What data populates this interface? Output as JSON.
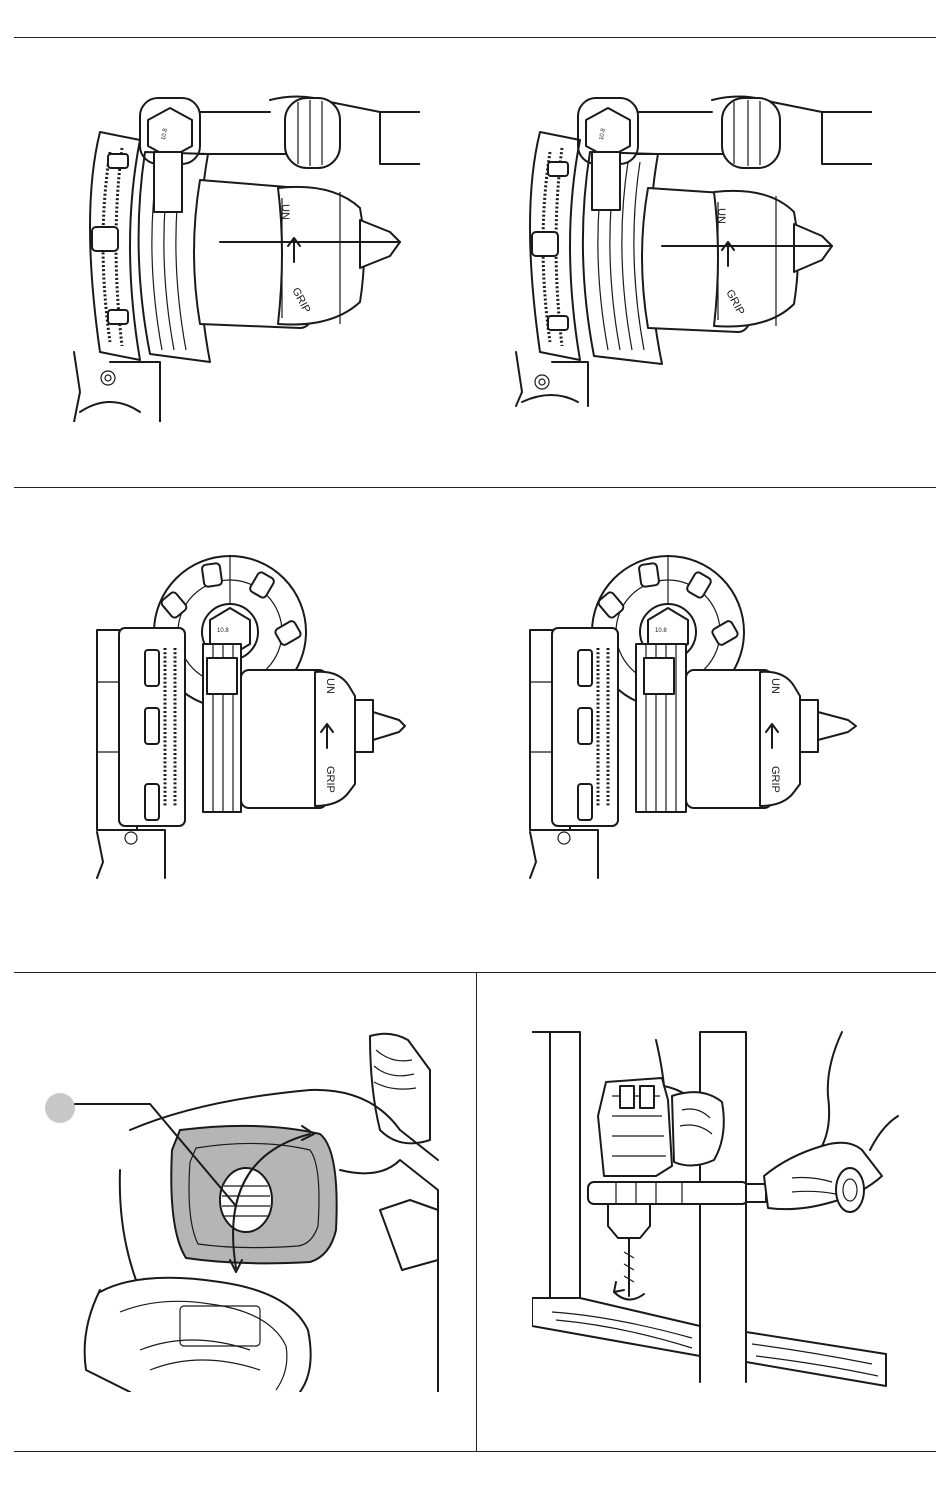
{
  "figures": {
    "chuck_text": {
      "grip": "GRIP",
      "unlock": "UN",
      "hex_mark": "10.8"
    }
  },
  "colors": {
    "line": "#1a1a1a",
    "callout_circle": "#c8c8c8",
    "shaded_cover": "#b5b5b5"
  }
}
